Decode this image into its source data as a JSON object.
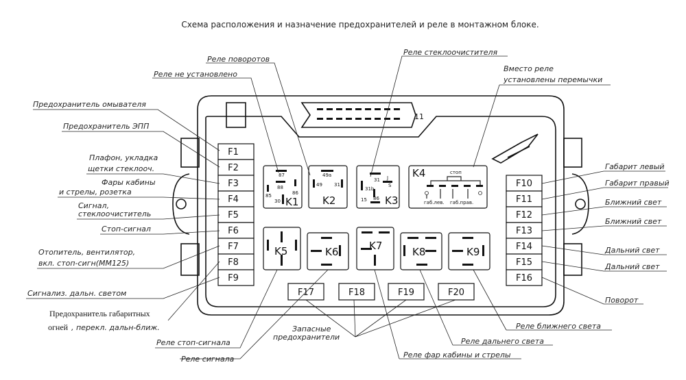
{
  "title": "Схема расположения и назначение предохранителей и реле в монтажном блоке.",
  "connector_number": "11",
  "fuses_left": [
    "F1",
    "F2",
    "F3",
    "F4",
    "F5",
    "F6",
    "F7",
    "F8",
    "F9"
  ],
  "fuses_right": [
    "F10",
    "F11",
    "F12",
    "F13",
    "F14",
    "F15",
    "F16"
  ],
  "fuses_bottom": [
    "F17",
    "F18",
    "F19",
    "F20"
  ],
  "relays": [
    "K1",
    "K2",
    "K3",
    "K4",
    "K5",
    "K6",
    "K7",
    "K8",
    "K9"
  ],
  "pins": {
    "k1": [
      "87",
      "88",
      "85",
      "86",
      "30"
    ],
    "k2": [
      "49a",
      "49",
      "31"
    ],
    "k3": [
      "31",
      "J",
      "31b",
      "S",
      "15",
      "86"
    ],
    "k4": [
      "стоп",
      "габ.лев.",
      "габ.прав."
    ]
  },
  "labels": {
    "relay_turn": "Реле поворотов",
    "relay_not_installed": "Реле не установлено",
    "relay_wiper": "Реле стеклоочистителя",
    "jumpers_1": "Вместо реле",
    "jumpers_2": "установлены перемычки",
    "fuse_washer": "Предохранитель омывателя",
    "fuse_epp": "Предохранитель ЭПП",
    "f3_1": "Плафон, укладка",
    "f3_2": "щетки стеклооч.",
    "f4_1": "Фары кабины",
    "f4_2": "и стрелы, розетка",
    "f5_1": "Сигнал,",
    "f5_2": "стеклоочиститель",
    "f6": "Стоп-сигнал",
    "f7_1": "Отопитель, вентилятор,",
    "f7_2": "вкл. стоп-сигн(ММ125)",
    "f9": "Сигнализ.  дальн. светом",
    "gab_1": "Предохранитель габаритных",
    "gab_2a": "огней",
    "gab_2b": ", перекл. дальн-ближ.",
    "relay_stop": "Реле стоп-сигнала",
    "relay_horn": "Реле сигнала",
    "spare_1": "Запасные",
    "spare_2": "предохранители",
    "relay_cab_lights": "Реле фар кабины и стрелы",
    "relay_high": "Реле дальнего света",
    "relay_low": "Реле ближнего света",
    "f10": "Габарит левый",
    "f11": "Габарит правый",
    "f12": "Ближний свет",
    "f13": "Ближний свет",
    "f14": "Дальний свет",
    "f15": "Дальний свет",
    "f16": "Поворот"
  }
}
